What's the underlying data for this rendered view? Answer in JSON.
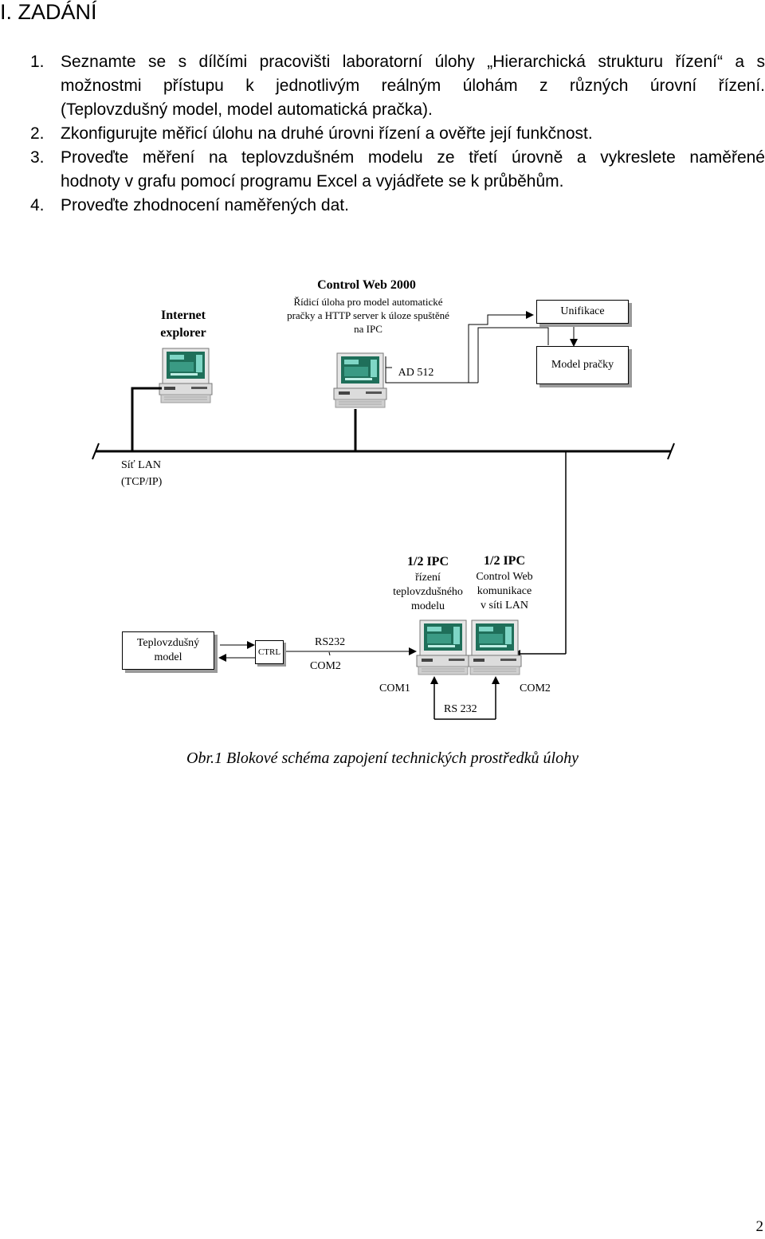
{
  "heading": "I. ZADÁNÍ",
  "tasks": [
    {
      "num": "1.",
      "line1": "Seznamte se s dílčími pracovišti laboratorní úlohy „Hierarchická strukturu řízení“ a s",
      "line2": "možnostmi přístupu k jednotlivým reálným úlohám z různých úrovní řízení.",
      "line3": "(Teplovzdušný model, model automatická pračka)."
    },
    {
      "num": "2.",
      "line1": "Zkonfigurujte měřicí úlohu na druhé úrovni řízení a ověřte její funkčnost."
    },
    {
      "num": "3.",
      "line1": "Proveďte měření na teplovzdušném modelu ze třetí úrovně a vykreslete naměřené",
      "line2": "hodnoty v grafu pomocí programu Excel a vyjádřete se k průběhům."
    },
    {
      "num": "4.",
      "line1": "Proveďte zhodnocení naměřených dat."
    }
  ],
  "diagram": {
    "ie_line1": "Internet",
    "ie_line2": "explorer",
    "cw_title": "Control Web 2000",
    "cw_desc1": "Řídicí úloha pro model automatické",
    "cw_desc2": "pračky a HTTP server k úloze spuštěné",
    "cw_desc3": "na IPC",
    "ad": "AD 512",
    "unifikace": "Unifikace",
    "model_pracky": "Model pračky",
    "lan1": "Síť LAN",
    "lan2": "(TCP/IP)",
    "ipc1_title": "1/2 IPC",
    "ipc1_l1": "řízení",
    "ipc1_l2": "teplovzdušného",
    "ipc1_l3": "modelu",
    "ipc2_title": "1/2 IPC",
    "ipc2_l1": "Control Web",
    "ipc2_l2": "komunikace",
    "ipc2_l3": "v síti LAN",
    "teplo1": "Teplovzdušný",
    "teplo2": "model",
    "ctrl": "CTRL",
    "rs232a": "RS232",
    "com2a": "COM2",
    "com1": "COM1",
    "com2b": "COM2",
    "rs232b": "RS 232"
  },
  "caption": "Obr.1 Blokové schéma zapojení technických prostředků úlohy",
  "page_number": "2",
  "colors": {
    "text": "#000000",
    "shadow": "#9a9a9a",
    "screen": "#1f6f5a",
    "screen_panel": "#7fd6c6"
  }
}
